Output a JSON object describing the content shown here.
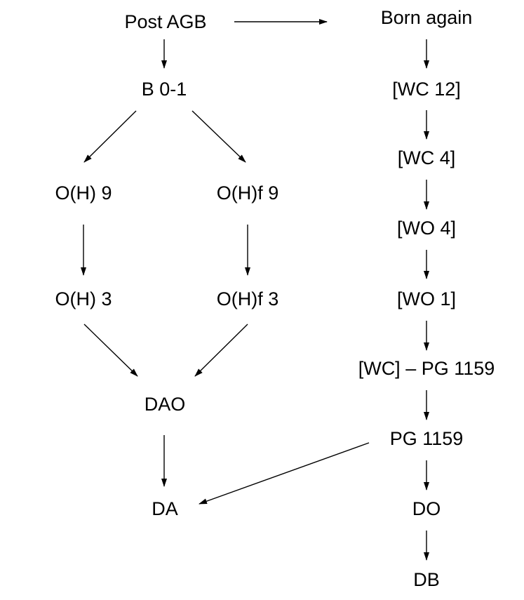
{
  "nodes": {
    "post_agb": "Post AGB",
    "b01": "B 0-1",
    "oh9": "O(H) 9",
    "ohf9": "O(H)f 9",
    "oh3": "O(H) 3",
    "ohf3": "O(H)f 3",
    "dao": "DAO",
    "da": "DA",
    "born_again": "Born again",
    "wc12": "[WC 12]",
    "wc4": "[WC 4]",
    "wo4": "[WO 4]",
    "wo1": "[WO 1]",
    "wc_pg1159": "[WC] – PG 1159",
    "pg1159": "PG 1159",
    "do": "DO",
    "db": "DB"
  },
  "edges": [
    {
      "from": "post_agb",
      "to": "born_again"
    },
    {
      "from": "post_agb",
      "to": "b01"
    },
    {
      "from": "b01",
      "to": "oh9"
    },
    {
      "from": "b01",
      "to": "ohf9"
    },
    {
      "from": "oh9",
      "to": "oh3"
    },
    {
      "from": "ohf9",
      "to": "ohf3"
    },
    {
      "from": "oh3",
      "to": "dao"
    },
    {
      "from": "ohf3",
      "to": "dao"
    },
    {
      "from": "dao",
      "to": "da"
    },
    {
      "from": "born_again",
      "to": "wc12"
    },
    {
      "from": "wc12",
      "to": "wc4"
    },
    {
      "from": "wc4",
      "to": "wo4"
    },
    {
      "from": "wo4",
      "to": "wo1"
    },
    {
      "from": "wo1",
      "to": "wc_pg1159"
    },
    {
      "from": "wc_pg1159",
      "to": "pg1159"
    },
    {
      "from": "pg1159",
      "to": "da"
    },
    {
      "from": "pg1159",
      "to": "do"
    },
    {
      "from": "do",
      "to": "db"
    }
  ]
}
